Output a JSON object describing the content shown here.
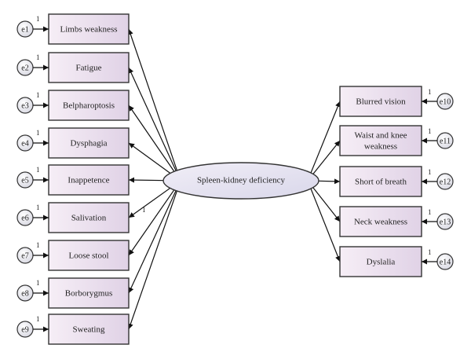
{
  "latent": {
    "label": "Spleen-kidney deficiency",
    "fixed_loading": "1"
  },
  "fixed_weight": "1",
  "left_indicators": [
    {
      "label": "Limbs weakness",
      "error": "e1"
    },
    {
      "label": "Fatigue",
      "error": "e2"
    },
    {
      "label": "Belpharoptosis",
      "error": "e3"
    },
    {
      "label": "Dysphagia",
      "error": "e4"
    },
    {
      "label": "Inappetence",
      "error": "e5"
    },
    {
      "label": "Salivation",
      "error": "e6"
    },
    {
      "label": "Loose stool",
      "error": "e7"
    },
    {
      "label": "Borborygmus",
      "error": "e8"
    },
    {
      "label": "Sweating",
      "error": "e9"
    }
  ],
  "right_indicators": [
    {
      "label": "Blurred vision",
      "error": "e10"
    },
    {
      "label": "Waist and knee",
      "label2": "weakness",
      "error": "e11"
    },
    {
      "label": "Short of breath",
      "error": "e12"
    },
    {
      "label": "Neck weakness",
      "error": "e13"
    },
    {
      "label": "Dyslalia",
      "error": "e14"
    }
  ]
}
